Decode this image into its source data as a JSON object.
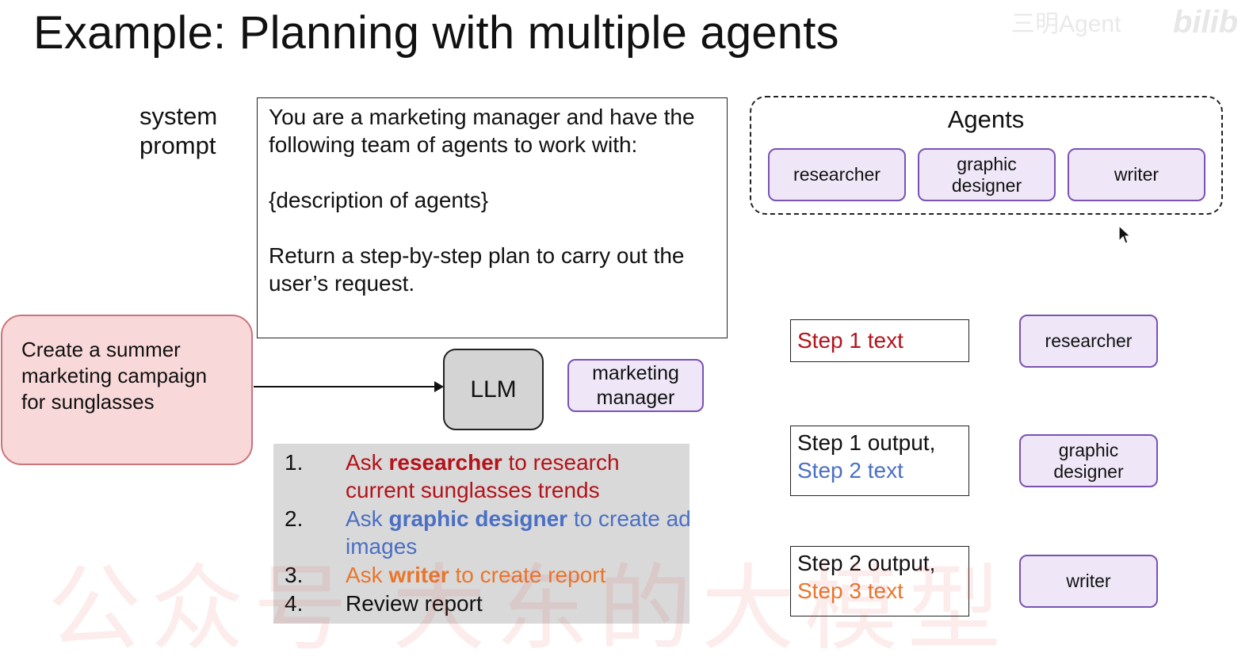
{
  "title": "Example: Planning with multiple agents",
  "system_label": "system prompt",
  "system_prompt": {
    "line1": "You are a marketing manager and have the following team of agents to work with:",
    "line2": "{description of agents}",
    "line3": "Return a step-by-step plan to carry out the user’s request."
  },
  "user_request": "Create a summer marketing campaign for sunglasses",
  "llm_label": "LLM",
  "manager_role": "marketing manager",
  "plan": [
    {
      "num": "1.",
      "pre": "Ask ",
      "bold": "researcher",
      "post": " to research current sunglasses trends",
      "color": "#b3131b"
    },
    {
      "num": "2.",
      "pre": "Ask ",
      "bold": "graphic designer",
      "post": " to create ad images",
      "color": "#4a6fc4"
    },
    {
      "num": "3.",
      "pre": "Ask ",
      "bold": "writer",
      "post": " to create report",
      "color": "#e8762d"
    },
    {
      "num": "4.",
      "pre": "Review report",
      "bold": "",
      "post": "",
      "color": "#111111"
    }
  ],
  "agents": {
    "title": "Agents",
    "items": [
      "researcher",
      "graphic designer",
      "writer"
    ]
  },
  "steps": [
    {
      "prefix": "",
      "text": "Step 1 text",
      "text_color": "#b3131b",
      "agent": "researcher"
    },
    {
      "prefix": "Step 1 output,",
      "text": "Step 2 text",
      "text_color": "#4a6fc4",
      "agent": "graphic designer"
    },
    {
      "prefix": "Step 2 output,",
      "text": "Step 3 text",
      "text_color": "#e8762d",
      "agent": "writer"
    }
  ],
  "watermark_top": "三明Agent",
  "watermark_logo": "bilib",
  "watermark_bottom": "公众号 大东的大模型",
  "colors": {
    "agent_fill": "#efe7f8",
    "agent_border": "#7a52b3",
    "request_fill": "#f9d8d9",
    "request_border": "#c9757a",
    "llm_fill": "#d4d4d4",
    "plan_fill": "#d9d9d9"
  },
  "icons": [
    "mouse-cursor-icon",
    "arrow-right-icon"
  ]
}
